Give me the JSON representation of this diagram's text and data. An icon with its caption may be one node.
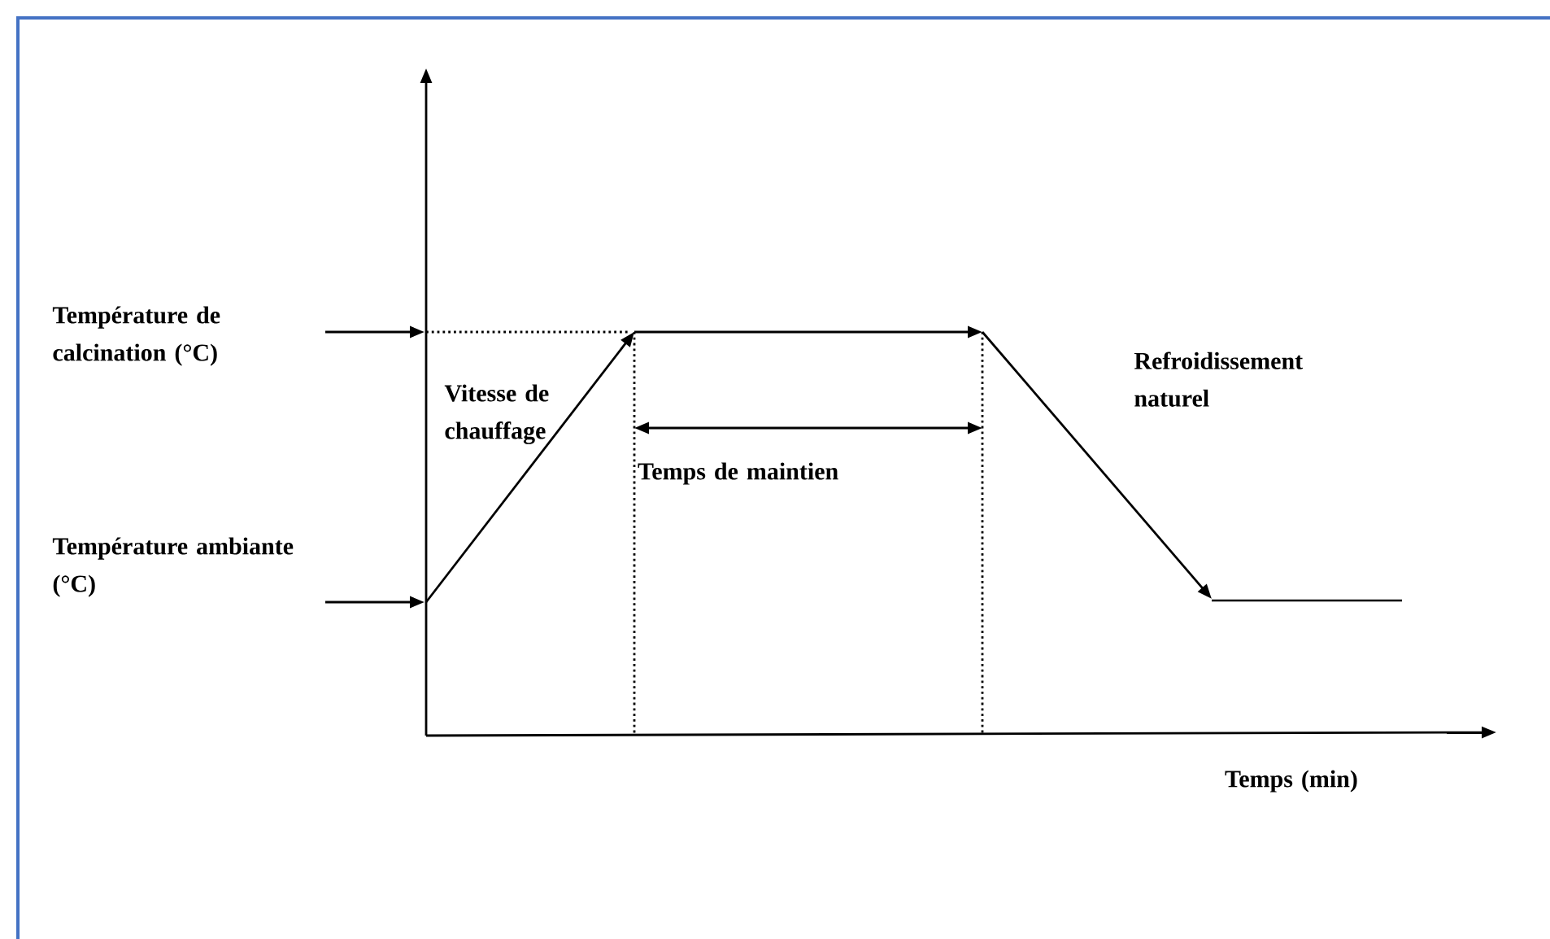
{
  "diagram": {
    "labels": [
      "Température de calcination (°C)",
      "Vitesse de chauffage",
      "Refroidissement naturel",
      "Temps de maintien",
      "Température ambiante (°C)",
      "Temps (min)"
    ]
  }
}
